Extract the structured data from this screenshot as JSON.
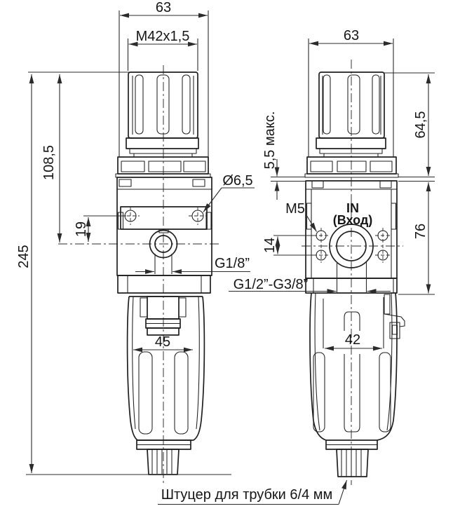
{
  "diagram": {
    "description": "Technical drawing of filter-regulator, front and side views",
    "colors": {
      "line": "#1f1f1f",
      "dimension": "#2b2b2b",
      "background": "#ffffff"
    },
    "labels": {
      "front_width": "63",
      "thread": "M42x1,5",
      "knob_height": "108,5",
      "total_height": "245",
      "bracket_offset": "19",
      "mounting_hole": "Ø6,5",
      "gauge_port": "G1/8”",
      "bowl_width_front": "45",
      "side_width": "63",
      "regulator_height": "64,5",
      "panel_gap": "5,5 макс.",
      "bracket_thread": "M5",
      "inlet_line1": "IN",
      "inlet_line2": "(Вход)",
      "hole_pitch": "14",
      "body_height": "76",
      "main_ports": "G1/2”-G3/8”",
      "bowl_width_side": "42",
      "note": "Штуцер для трубки 6/4 мм"
    }
  }
}
